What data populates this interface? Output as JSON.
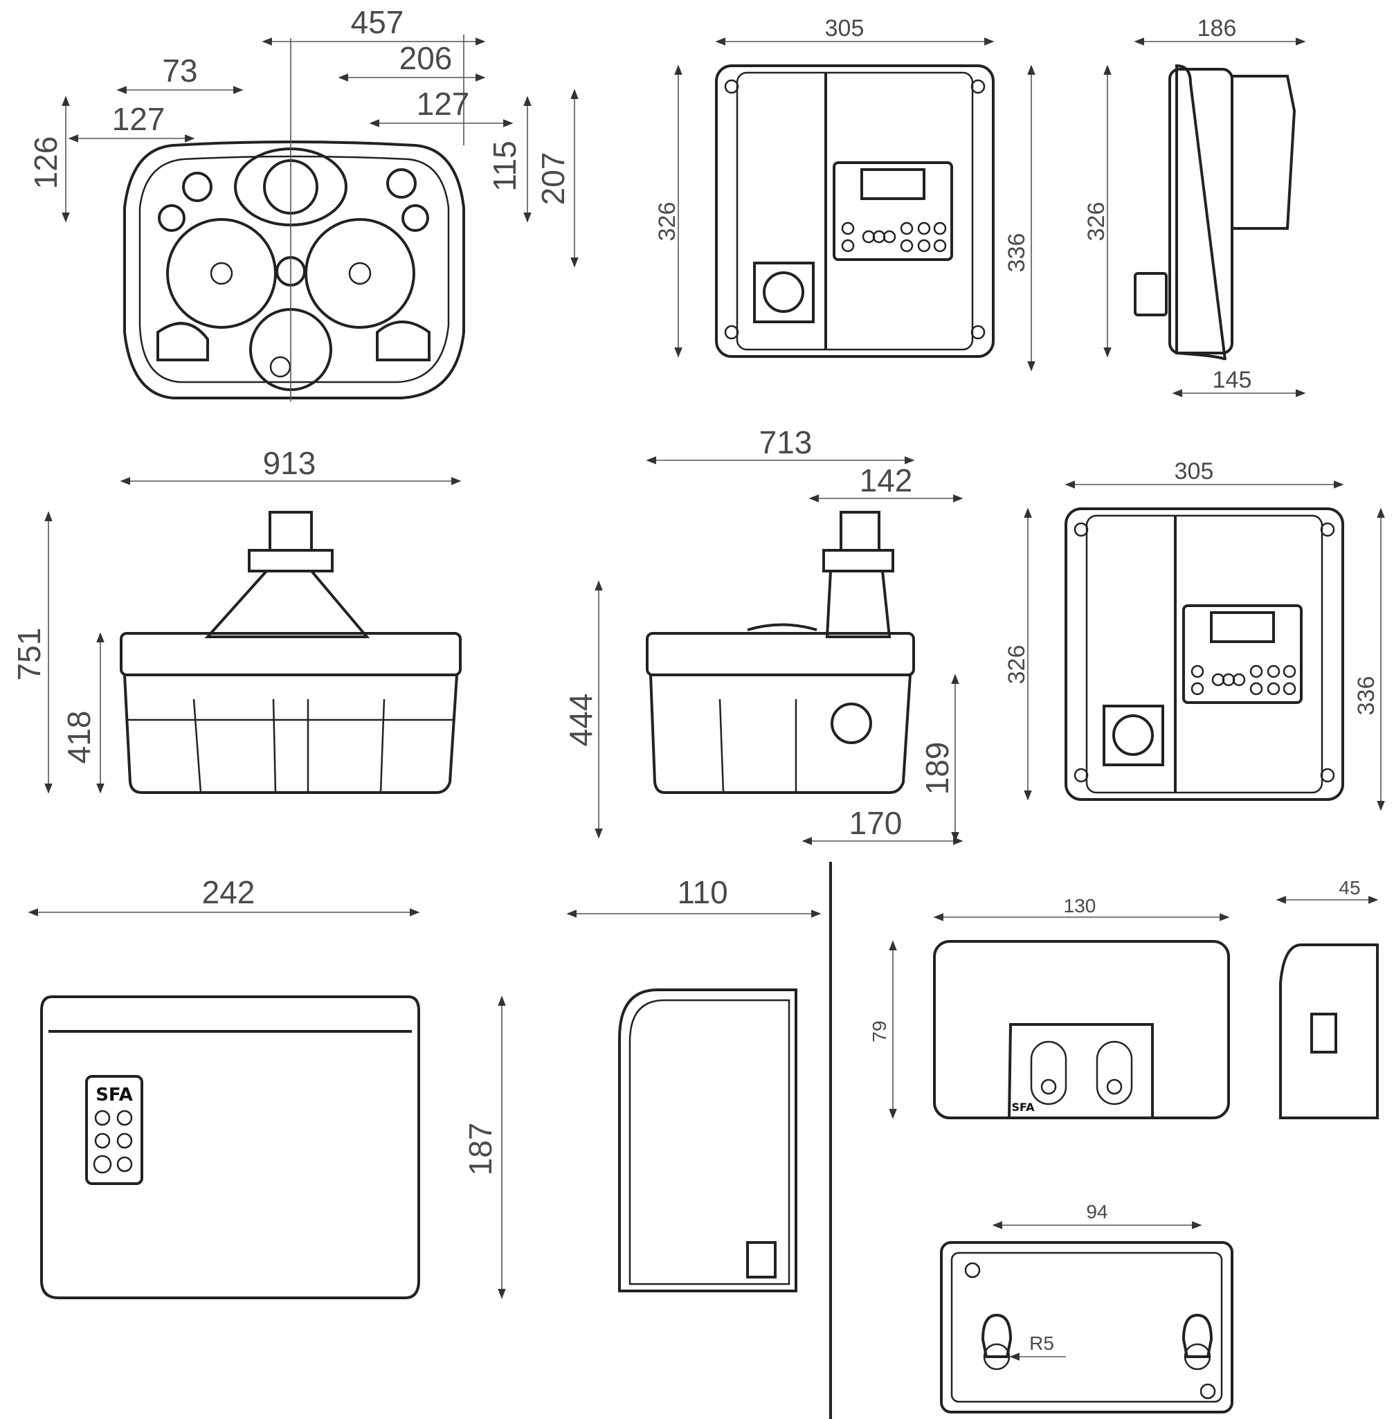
{
  "top_row": {
    "tank_top_view": {
      "dims": [
        "457",
        "73",
        "206",
        "127",
        "127",
        "126",
        "115",
        "207"
      ]
    },
    "controller_front": {
      "width": "305",
      "height_left": "326",
      "height_right": "336"
    },
    "controller_side": {
      "depth": "186",
      "height": "326",
      "depth_bottom": "145"
    }
  },
  "middle_row": {
    "tank_front": {
      "width": "913",
      "height": "751",
      "inlet_height": "418"
    },
    "tank_side": {
      "width": "713",
      "outlet_offset": "142",
      "height": "444",
      "inlet_height": "189",
      "inlet_offset": "170"
    },
    "controller_front_2": {
      "width": "305",
      "height_left": "326",
      "height_right": "336"
    }
  },
  "bottom_row": {
    "alarm_box_front": {
      "width": "242",
      "height": "187",
      "brand": "SFA"
    },
    "alarm_box_side": {
      "depth": "110"
    },
    "small_alarm_front": {
      "width": "130",
      "height": "79",
      "brand": "SFA"
    },
    "small_alarm_side": {
      "depth": "45"
    },
    "small_alarm_back": {
      "hole_spacing": "94",
      "radius": "R5"
    }
  }
}
